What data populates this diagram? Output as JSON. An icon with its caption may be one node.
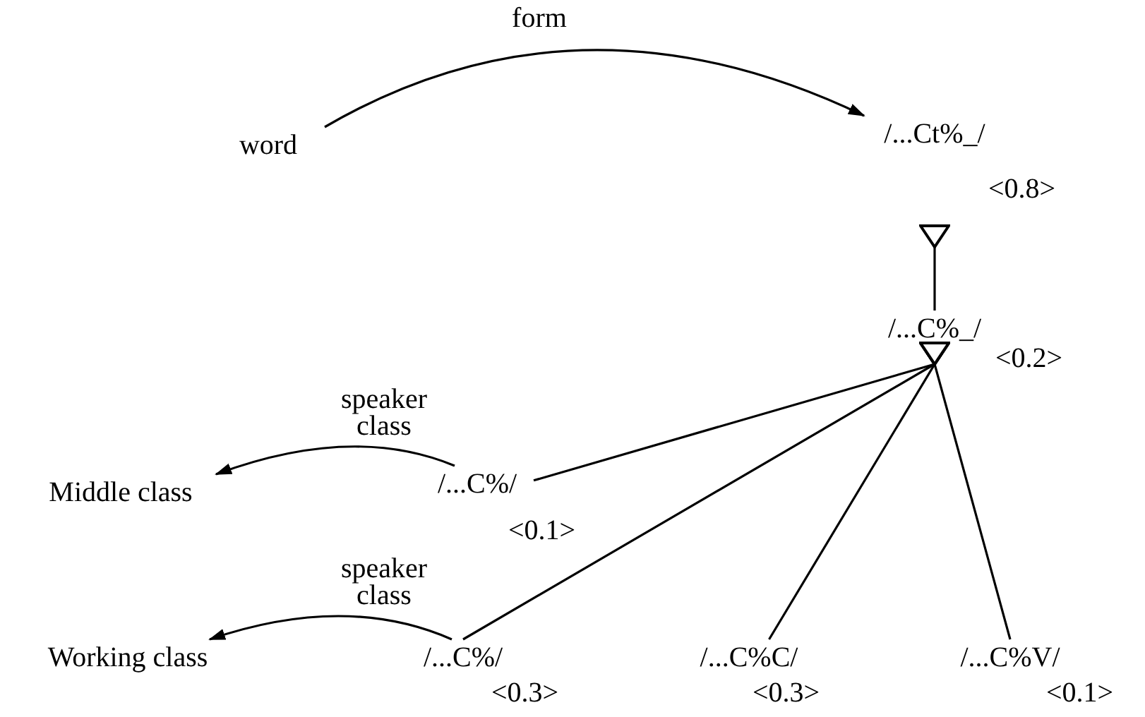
{
  "diagram": {
    "nodes": [
      {
        "text": [
          "word"
        ]
      },
      {
        "text": [
          "/...Ct%_/"
        ],
        "beside": [
          "<0.8>"
        ]
      },
      {
        "text": [
          "/...C%_/"
        ],
        "beside": [
          "<0.2>"
        ]
      },
      {
        "text": [
          "Middle class"
        ]
      },
      {
        "text": [
          "/...C%/"
        ],
        "beside": [
          "<0.1>"
        ]
      },
      {
        "text": [
          "Working class"
        ]
      },
      {
        "text": [
          "/...C%/"
        ],
        "beside": [
          "<0.3>"
        ]
      },
      {
        "text": [
          "/...C%C/"
        ],
        "beside": [
          "<0.3>"
        ]
      },
      {
        "text": [
          "/...C%V/"
        ],
        "beside": [
          "<0.1>"
        ]
      }
    ],
    "edges": [
      {
        "from": 0,
        "to": 1,
        "arrow": "to",
        "label": "form"
      },
      {
        "from": 2,
        "to": 1,
        "arrow": "other"
      },
      {
        "from": 4,
        "to": 3,
        "arrow": "to",
        "label": "speaker class"
      },
      {
        "from": 4,
        "to": 2,
        "arrow": "other"
      },
      {
        "from": 6,
        "to": 5,
        "arrow": "to",
        "label": "speaker class"
      },
      {
        "from": 6,
        "to": 2,
        "arrow": "other"
      },
      {
        "from": 7,
        "to": 2,
        "arrow": "other"
      },
      {
        "from": 8,
        "to": 2,
        "arrow": "other"
      }
    ]
  }
}
